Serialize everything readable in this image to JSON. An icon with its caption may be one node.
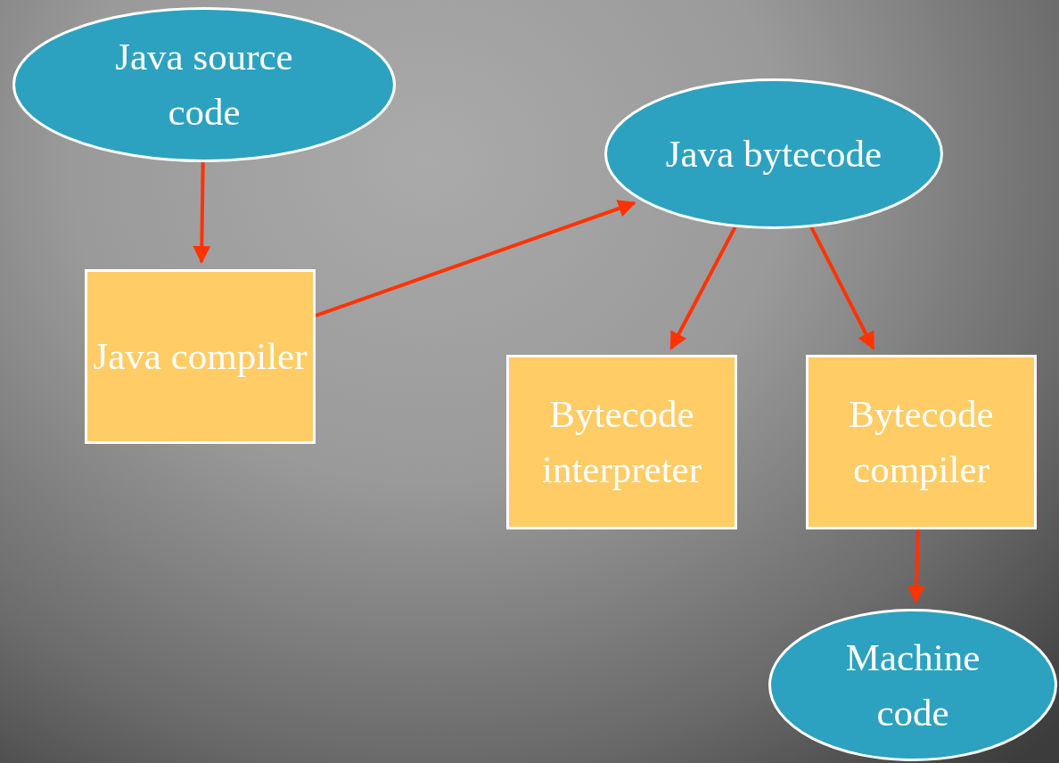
{
  "diagram": {
    "nodes": [
      {
        "text": [
          "Java source code"
        ]
      },
      {
        "text": [
          "Java compiler"
        ]
      },
      {
        "text": [
          "Java bytecode"
        ]
      },
      {
        "text": [
          "Bytecode interpreter"
        ]
      },
      {
        "text": [
          "Bytecode compiler"
        ]
      },
      {
        "text": [
          "Machine code"
        ]
      }
    ],
    "edges": [
      {
        "from": 0,
        "to": 1,
        "arrow": "to"
      },
      {
        "from": 1,
        "to": 2,
        "arrow": "to"
      },
      {
        "from": 2,
        "to": 3,
        "arrow": "to"
      },
      {
        "from": 2,
        "to": 4,
        "arrow": "to"
      },
      {
        "from": 4,
        "to": 5,
        "arrow": "to"
      }
    ]
  }
}
